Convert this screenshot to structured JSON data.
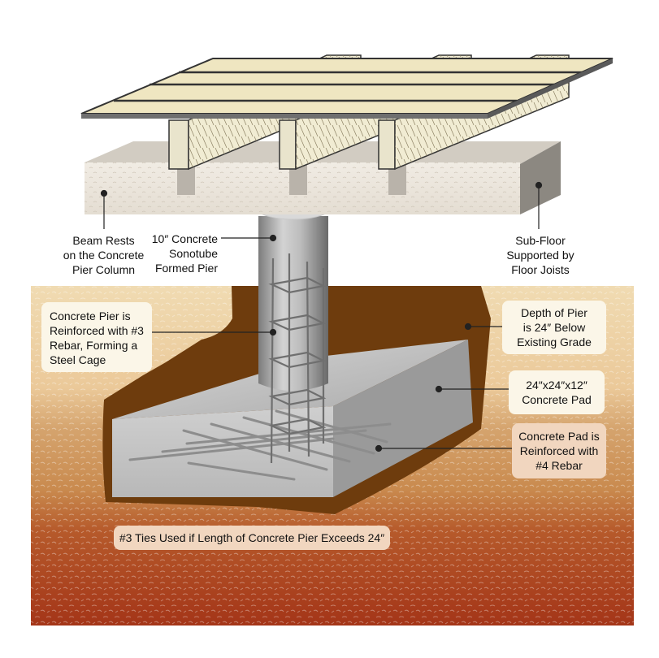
{
  "labels": {
    "beam": "Beam Rests\non the Concrete\nPier Column",
    "sonotube": "10″ Concrete\nSonotube\nFormed Pier",
    "subfloor": "Sub-Floor\nSupported by\nFloor Joists",
    "rebar_cage": "Concrete Pier is\nReinforced with #3\nRebar, Forming a\nSteel Cage",
    "depth": "Depth of Pier\nis 24″ Below\nExisting Grade",
    "pad_size": "24″x24″x12″\nConcrete Pad",
    "pad_rebar": "Concrete Pad is\nReinforced with\n#4 Rebar",
    "ties": "#3 Ties Used if Length of Concrete Pier Exceeds 24″"
  },
  "colors": {
    "soil_top": "#f0dbb2",
    "soil_mid": "#c98a4e",
    "soil_bottom": "#a43518",
    "hole": "#6e3c0d",
    "concrete": "#c9c9c9",
    "wood": "#efe6c1",
    "callout_cream": "#fbf6e8",
    "callout_tan": "#f1d6bf"
  }
}
